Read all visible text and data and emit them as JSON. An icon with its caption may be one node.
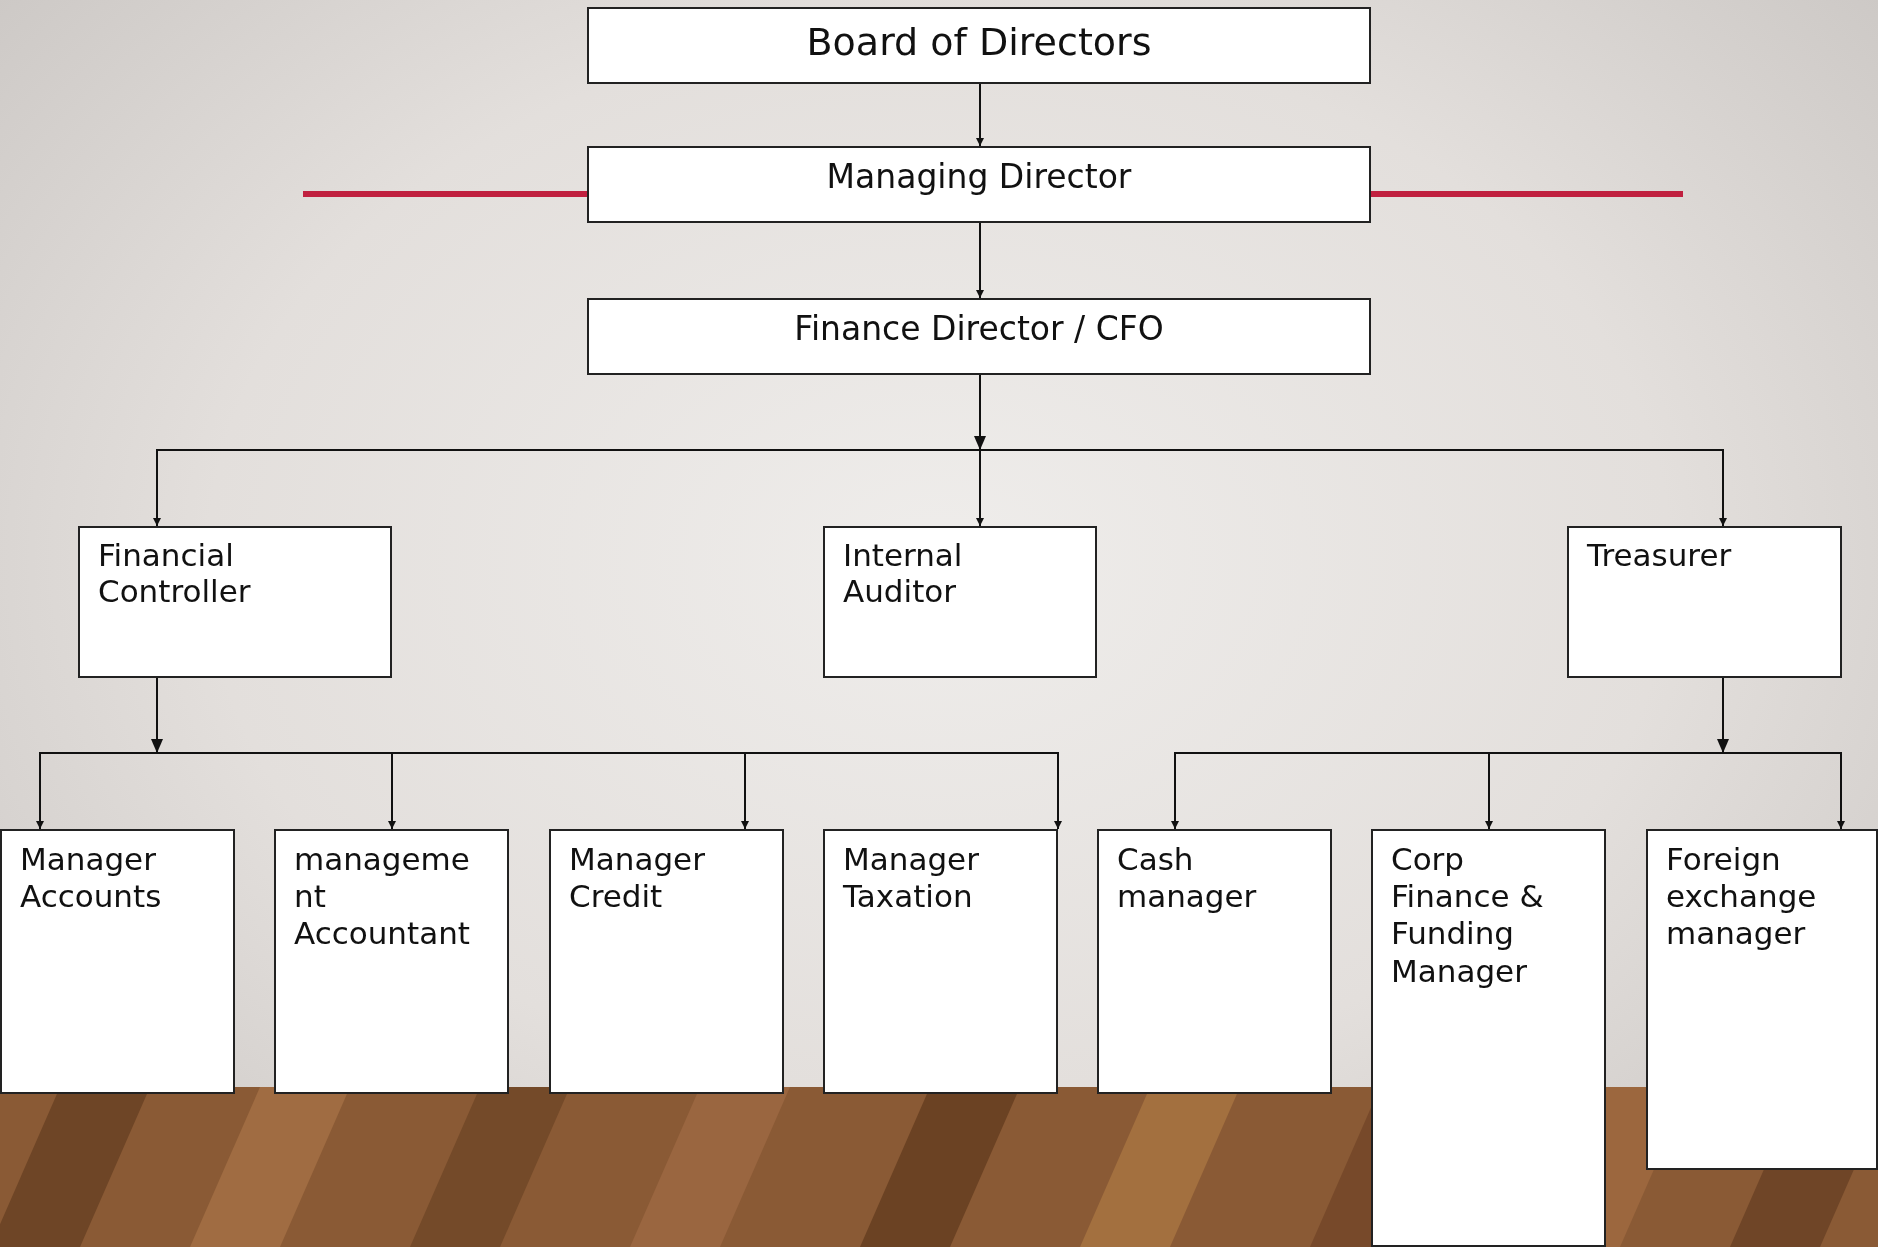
{
  "diagram": {
    "nodes": [
      {
        "text": [
          "Board of Directors"
        ]
      },
      {
        "text": [
          "Managing Director"
        ]
      },
      {
        "text": [
          "Finance Director / CFO"
        ]
      },
      {
        "text": [
          "Financial Controller"
        ]
      },
      {
        "text": [
          "Internal Auditor"
        ]
      },
      {
        "text": [
          "Treasurer"
        ]
      },
      {
        "text": [
          "Manager Accounts"
        ]
      },
      {
        "text": [
          "management Accountant"
        ]
      },
      {
        "text": [
          "Manager Credit"
        ]
      },
      {
        "text": [
          "Manager Taxation"
        ]
      },
      {
        "text": [
          "Cash manager"
        ]
      },
      {
        "text": [
          "Corp Finance & Funding Manager"
        ]
      },
      {
        "text": [
          "Foreign exchange manager"
        ]
      }
    ],
    "edges": [
      {
        "from": 0,
        "to": 1,
        "arrow": "to"
      },
      {
        "from": 1,
        "to": 2,
        "arrow": "to"
      },
      {
        "from": 2,
        "to": 3,
        "arrow": "to"
      },
      {
        "from": 2,
        "to": 4,
        "arrow": "to"
      },
      {
        "from": 2,
        "to": 5,
        "arrow": "to"
      },
      {
        "from": 3,
        "to": 6,
        "arrow": "to"
      },
      {
        "from": 3,
        "to": 7,
        "arrow": "to"
      },
      {
        "from": 3,
        "to": 8,
        "arrow": "to"
      },
      {
        "from": 3,
        "to": 9,
        "arrow": "to"
      },
      {
        "from": 5,
        "to": 10,
        "arrow": "to"
      },
      {
        "from": 5,
        "to": 11,
        "arrow": "to"
      },
      {
        "from": 5,
        "to": 12,
        "arrow": "to"
      }
    ]
  }
}
